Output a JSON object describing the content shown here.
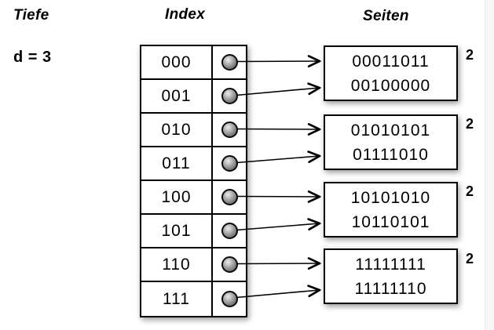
{
  "header": {
    "depth_title": "Tiefe",
    "index_title": "Index",
    "pages_title": "Seiten",
    "depth_value": "d = 3"
  },
  "index_table": {
    "rows": [
      {
        "bits": "000",
        "points_to_page": 1
      },
      {
        "bits": "001",
        "points_to_page": 1
      },
      {
        "bits": "010",
        "points_to_page": 2
      },
      {
        "bits": "011",
        "points_to_page": 2
      },
      {
        "bits": "100",
        "points_to_page": 3
      },
      {
        "bits": "101",
        "points_to_page": 3
      },
      {
        "bits": "110",
        "points_to_page": 4
      },
      {
        "bits": "111",
        "points_to_page": 4
      }
    ]
  },
  "pages": [
    {
      "entries": [
        "00011011",
        "00100000"
      ],
      "local_depth": "2",
      "linked_rows": [
        "000",
        "001"
      ]
    },
    {
      "entries": [
        "01010101",
        "01111010"
      ],
      "local_depth": "2",
      "linked_rows": [
        "010",
        "011"
      ]
    },
    {
      "entries": [
        "10101010",
        "10110101"
      ],
      "local_depth": "2",
      "linked_rows": [
        "100",
        "101"
      ]
    },
    {
      "entries": [
        "11111111",
        "11111110"
      ],
      "local_depth": "2",
      "linked_rows": [
        "110",
        "111"
      ]
    }
  ],
  "colors": {
    "stroke": "#000000",
    "background": "#ffffff",
    "dot_fill": "#8a8a8a"
  }
}
